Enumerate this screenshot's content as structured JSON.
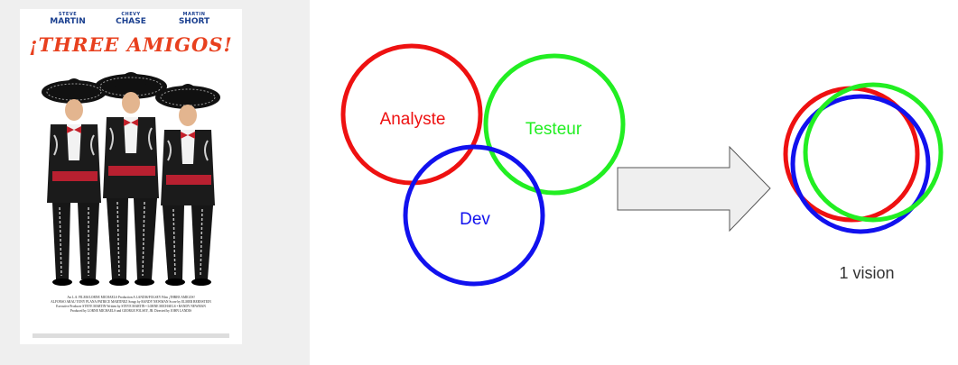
{
  "poster": {
    "actors": [
      {
        "first": "STEVE",
        "last": "MARTIN"
      },
      {
        "first": "CHEVY",
        "last": "CHASE"
      },
      {
        "first": "MARTIN",
        "last": "SHORT"
      }
    ],
    "title": "¡THREE AMIGOS!",
    "credits": [
      "An L.A. FILMS/LORNE MICHAELS Production  A LANDIS/FOLSEY Film  ¡THREE AMIGOS!",
      "ALFONSO ARAU  TONY PLANA  PATRICE MARTINEZ  Songs by RANDY NEWMAN  Score by ELMER BERNSTEIN",
      "Executive Producer STEVE MARTIN  Written by STEVE MARTIN • LORNE MICHAELS • RANDY NEWMAN",
      "Produced by LORNE MICHAELS and GEORGE FOLSEY, JR.  Directed by JOHN LANDIS"
    ]
  },
  "diagram": {
    "circles": [
      {
        "label": "Analyste",
        "color": "#ee1111"
      },
      {
        "label": "Testeur",
        "color": "#22ee22"
      },
      {
        "label": "Dev",
        "color": "#1111ee"
      }
    ],
    "result_label": "1 vision",
    "arrow_fill": "#efefef",
    "arrow_stroke": "#555555"
  }
}
